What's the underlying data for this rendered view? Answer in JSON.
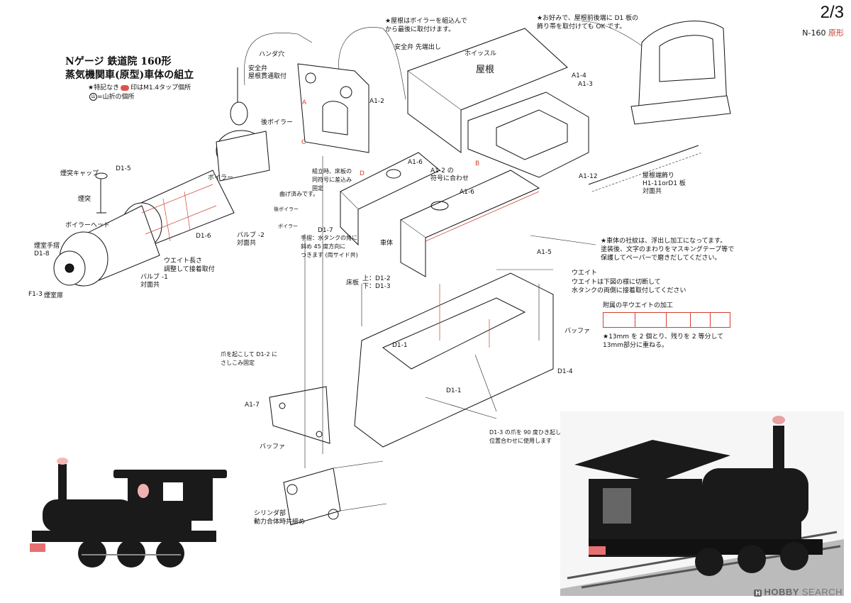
{
  "page": {
    "number": "2/3",
    "code": "N-160",
    "code_suffix": "原形"
  },
  "title": {
    "line1": "Nゲージ 鉄道院 160形",
    "line2": "蒸気機関車(原型)車体の組立"
  },
  "legend": {
    "note_prefix": "★特記なき",
    "note_suffix": "印はM1.4タップ個所",
    "fold_mark": "山",
    "fold_text": "=山折の個所"
  },
  "notes": {
    "roof_last": "★屋根はボイラーを組込んで\nから最後に取付けます。",
    "roof_band": "★お好みで、屋根前後端に D1 板の\n飾り帯を取付けても OK です。",
    "emblem": "★車体の社紋は、浮出し加工になってます。\n塗装後、文字のまわりをマスキングテープ等で\n保護してペーパーで磨きだしてください。",
    "weight_cut": "ウエイトは下図の様に切断して\n水タンクの両側に接着取付してください",
    "weight_process": "附属の平ウエイトの加工",
    "weight_13mm": "★13mm を 2 個とり、残りを 2 等分して\n13mm部分に重ねる。",
    "claw_insert": "爪を起こして D1-2 に\nさしこみ固定",
    "claw_d13": "D1-3 の爪を 90 度ひき起して\n位置合わせに使用します",
    "assembly_board": "組立時、床板の\n同符号に差込み\n固定",
    "bend_note": "曲げ済みです。",
    "handrail": "手摺：水タンクの角に\n斜め 45 度方向に\nつきます (両サイド共)",
    "weight_length": "ウエイト長さ\n調整して接着取付",
    "cylinder": "シリンダ部\n動力合体時共締め"
  },
  "labels": {
    "safety_valve": "安全弁\n屋根貫通取付",
    "handa_hole": "ハンダ穴",
    "rear_boiler": "後ボイラー",
    "boiler": "ボイラー",
    "chimney_cap": "煙突キャップ",
    "chimney": "煙突",
    "boiler_head": "ボイラーヘッド",
    "smokebox_rail": "煙室手摺\nD1-8",
    "f1_3": "F1-3",
    "smokebox_door": "煙室扉",
    "valve1": "バルブ -1\n対面共",
    "valve2": "バルブ -2\n対面共",
    "d1_5": "D1-5",
    "d1_6": "D1-6",
    "d1_7": "D1-7",
    "a1_2": "A1-2",
    "a1_2_mark": "A1-2 の\n符号に合わせ",
    "a1_6": "A1-6",
    "a1_6b": "A1-6",
    "a1_4": "A1-4",
    "a1_3": "A1-3",
    "a1_12": "A1-12",
    "a1_5": "A1-5",
    "a1_7": "A1-7",
    "safety_tip": "安全弁 先端出し",
    "whistle": "ホイッスル",
    "roof": "屋根",
    "body": "車体",
    "weight": "ウエイト",
    "floor": "床板",
    "top_d12": "上：D1-2\n下：D1-3",
    "d1_1": "D1-1",
    "d1_1b": "D1-1",
    "d1_4": "D1-4",
    "buffer": "バッファ",
    "buffer2": "バッファ",
    "roof_edge": "屋根端飾り\nH1-11orD1 板\n対面共",
    "rear_boiler_small": "後ボイラー",
    "boiler_small": "ボイラー",
    "marker_a": "A",
    "marker_b": "B",
    "marker_c": "C",
    "marker_d": "D"
  },
  "watermark": {
    "box": "H",
    "brand": "HOBBY",
    "search": "SEARCH"
  },
  "colors": {
    "accent_red": "#d04030",
    "tap_mark": "#e05050",
    "loco_black": "#1a1a1a"
  }
}
